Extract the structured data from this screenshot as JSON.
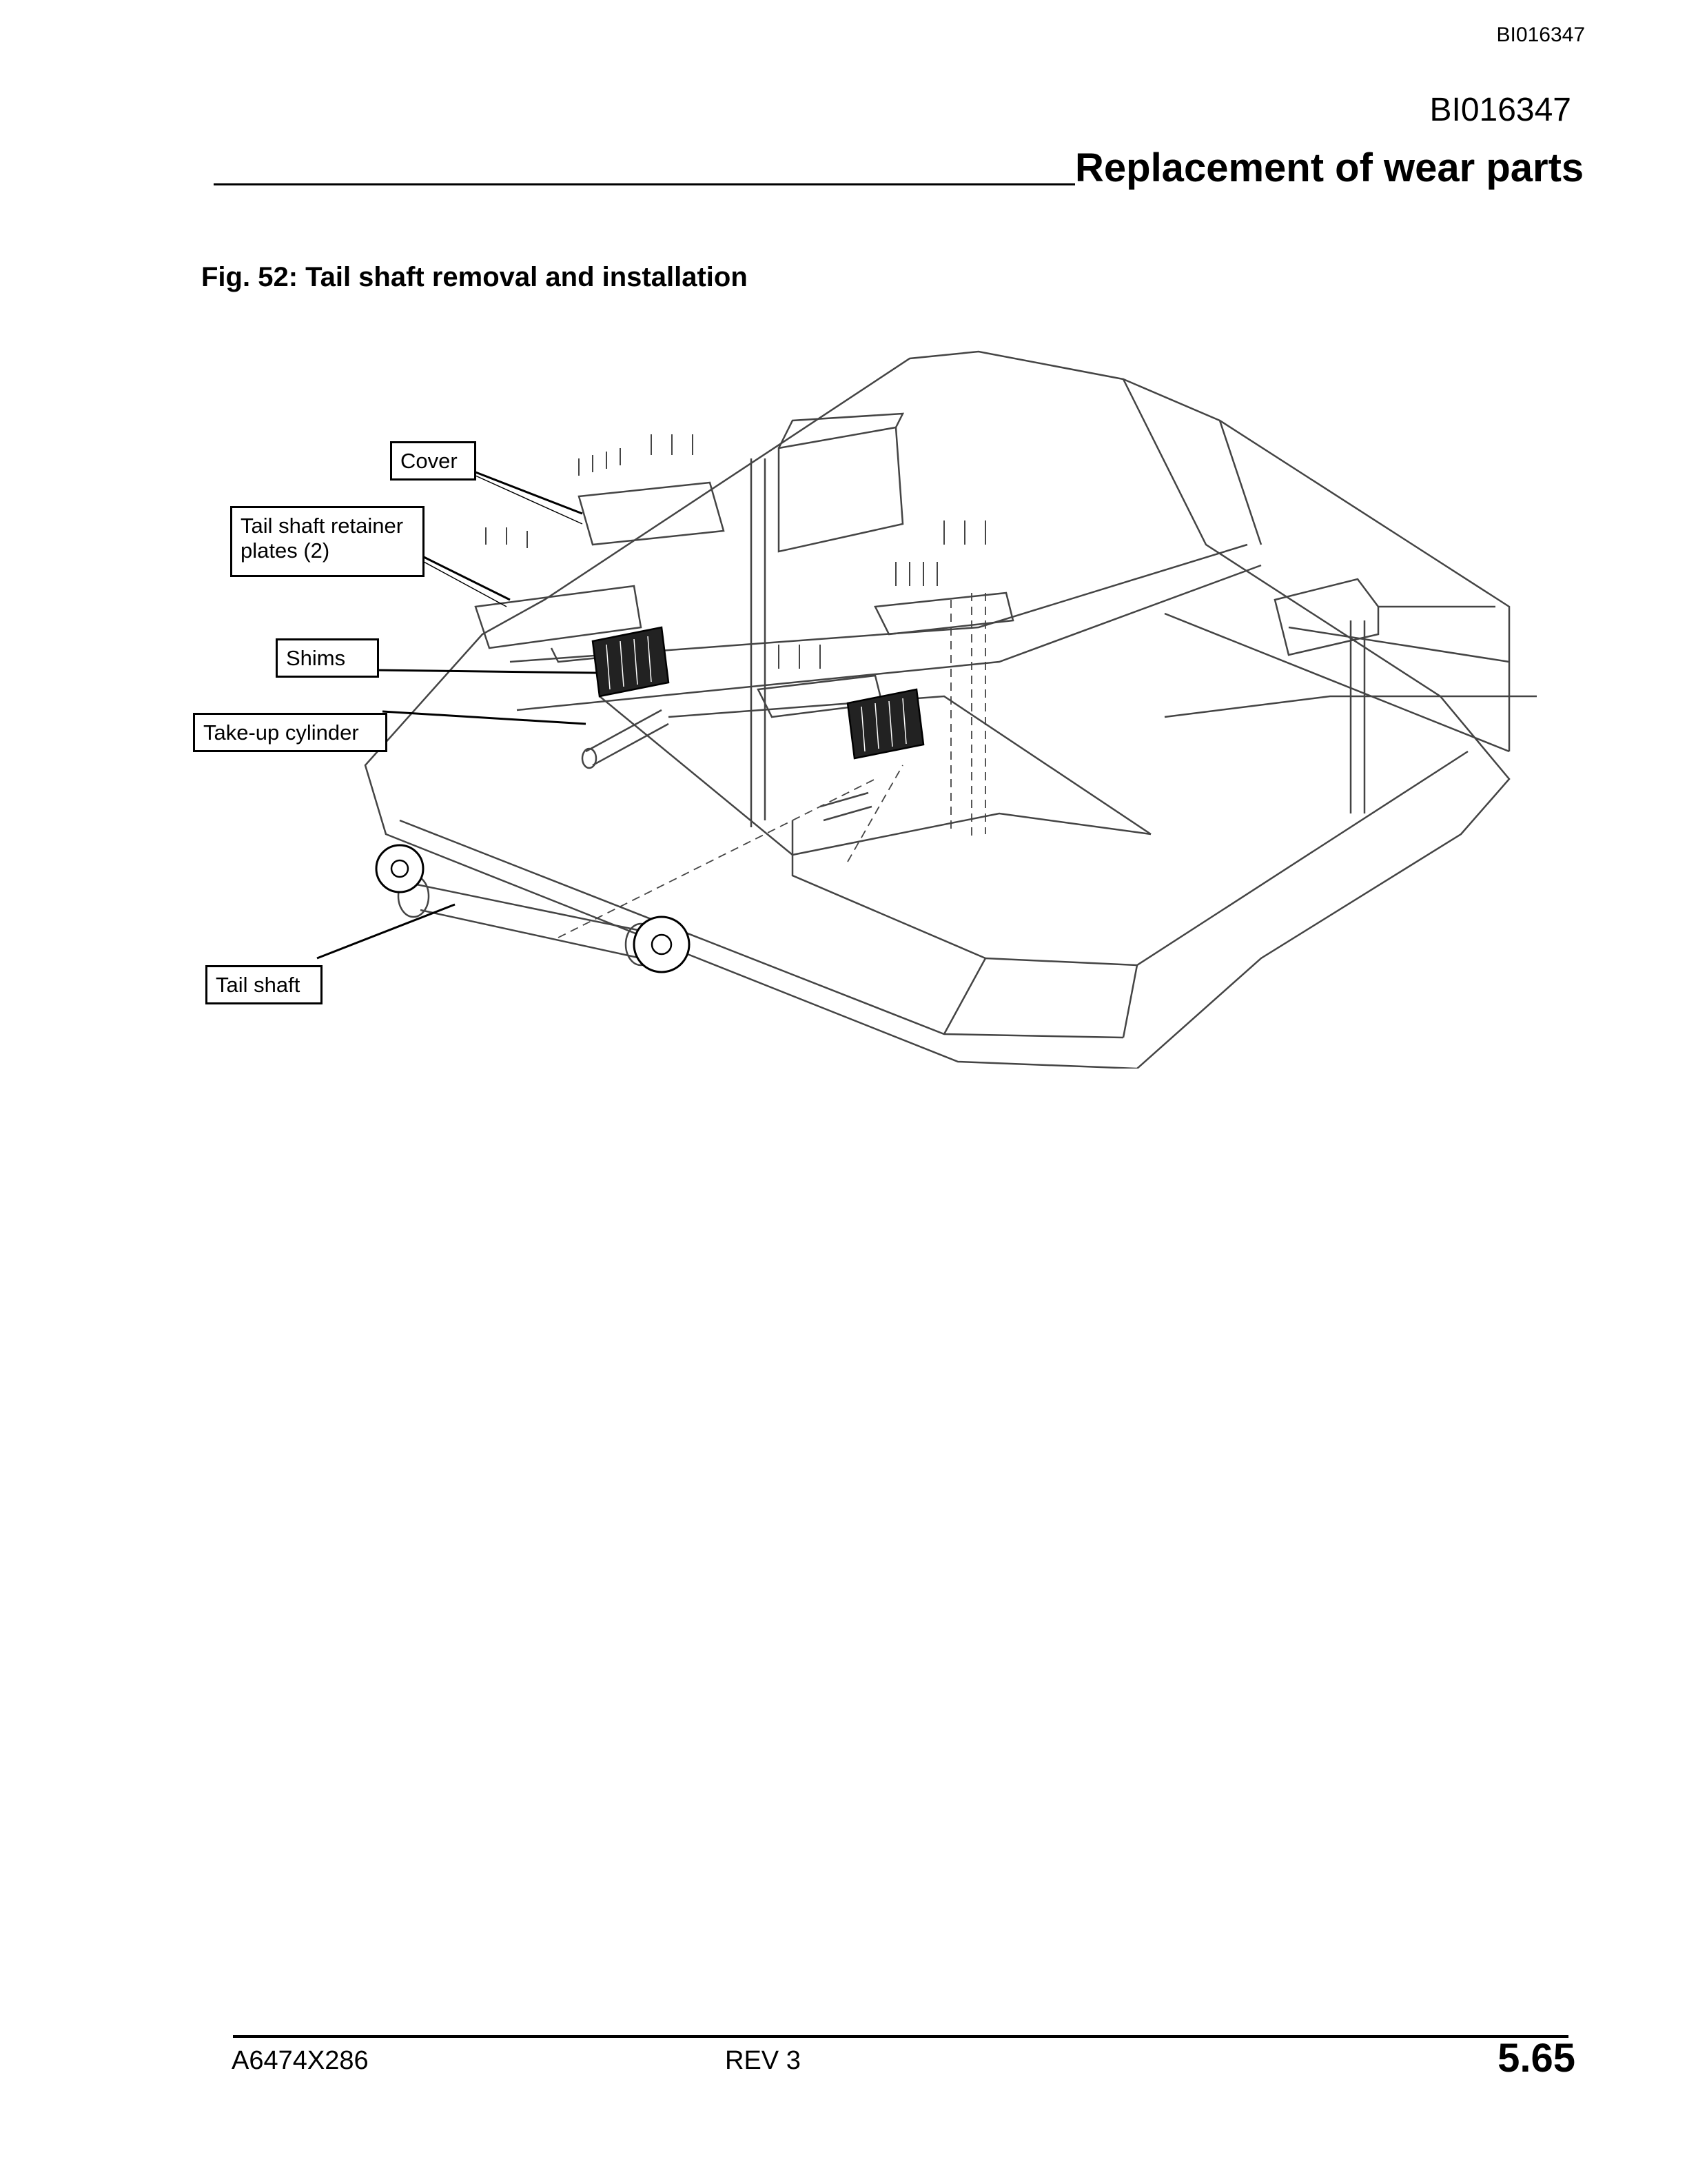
{
  "header": {
    "doc_id_small": "BI016347",
    "doc_id_large": "BI016347",
    "section_title": "Replacement of wear parts"
  },
  "figure": {
    "caption": "Fig. 52: Tail shaft removal and installation",
    "callouts": {
      "cover": "Cover",
      "retainer_line1": "Tail shaft retainer",
      "retainer_line2": "plates (2)",
      "shims": "Shims",
      "takeup": "Take-up cylinder",
      "tailshaft": "Tail shaft"
    }
  },
  "footer": {
    "part_number": "A6474X286",
    "revision": "REV 3",
    "page_number": "5.65"
  }
}
